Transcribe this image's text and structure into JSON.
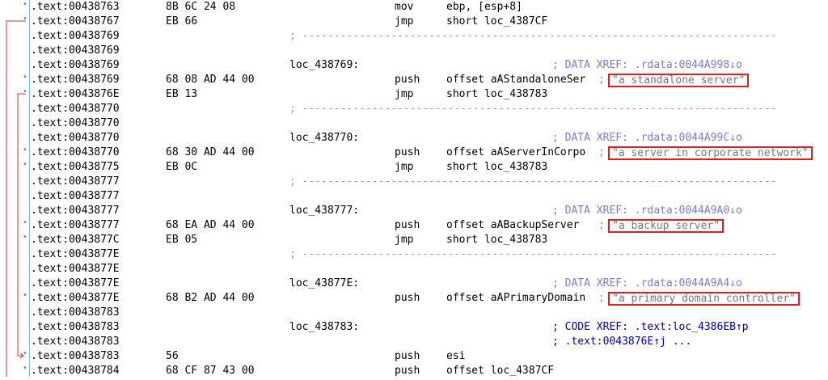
{
  "colors": {
    "background": "#ffffff",
    "address": "#000000",
    "data_xref": "#7a7ad8",
    "code_xref": "#0000b0",
    "separator": "#9a9a9a",
    "highlight_box": "#e02020",
    "arrow": "#cc3333"
  },
  "rows": [
    {
      "dot": "•",
      "addr": ".text:00438763",
      "bytes": "8B 6C 24 08",
      "mnemonic": "mov",
      "operand": "ebp, [esp+8]"
    },
    {
      "dot": "•",
      "addr": ".text:00438767",
      "bytes": "EB 66",
      "mnemonic": "jmp",
      "operand": "short loc_4387CF"
    },
    {
      "addr": ".text:00438769",
      "separator": "; ---------------------------------------------------------------------------"
    },
    {
      "addr": ".text:00438769"
    },
    {
      "addr": ".text:00438769",
      "label": "loc_438769:",
      "xref": "; DATA XREF: .rdata:0044A998↓o"
    },
    {
      "dot": "•",
      "addr": ".text:00438769",
      "bytes": "68 08 AD 44 00",
      "mnemonic": "push",
      "operand": "offset aAStandaloneSer",
      "semi": ";",
      "string": "\"a standalone server\""
    },
    {
      "dot": "•",
      "addr": ".text:0043876E",
      "bytes": "EB 13",
      "mnemonic": "jmp",
      "operand": "short loc_438783"
    },
    {
      "addr": ".text:00438770",
      "separator": "; ---------------------------------------------------------------------------"
    },
    {
      "addr": ".text:00438770"
    },
    {
      "addr": ".text:00438770",
      "label": "loc_438770:",
      "xref": "; DATA XREF: .rdata:0044A99C↓o"
    },
    {
      "dot": "•",
      "addr": ".text:00438770",
      "bytes": "68 30 AD 44 00",
      "mnemonic": "push",
      "operand": "offset aAServerInCorpo",
      "semi": ";",
      "string": "\"a server in corporate network\""
    },
    {
      "dot": "•",
      "addr": ".text:00438775",
      "bytes": "EB 0C",
      "mnemonic": "jmp",
      "operand": "short loc_438783"
    },
    {
      "addr": ".text:00438777",
      "separator": "; ---------------------------------------------------------------------------"
    },
    {
      "addr": ".text:00438777"
    },
    {
      "addr": ".text:00438777",
      "label": "loc_438777:",
      "xref": "; DATA XREF: .rdata:0044A9A0↓o"
    },
    {
      "dot": "•",
      "addr": ".text:00438777",
      "bytes": "68 EA AD 44 00",
      "mnemonic": "push",
      "operand": "offset aABackupServer",
      "semi": ";",
      "string": "\"a backup server\""
    },
    {
      "dot": "•",
      "addr": ".text:0043877C",
      "bytes": "EB 05",
      "mnemonic": "jmp",
      "operand": "short loc_438783"
    },
    {
      "addr": ".text:0043877E",
      "separator": "; ---------------------------------------------------------------------------"
    },
    {
      "addr": ".text:0043877E"
    },
    {
      "addr": ".text:0043877E",
      "label": "loc_43877E:",
      "xref": "; DATA XREF: .rdata:0044A9A4↓o"
    },
    {
      "dot": "•",
      "addr": ".text:0043877E",
      "bytes": "68 B2 AD 44 00",
      "mnemonic": "push",
      "operand": "offset aAPrimaryDomain",
      "semi": ";",
      "string": "\"a primary domain controller\""
    },
    {
      "addr": ".text:00438783"
    },
    {
      "addr": ".text:00438783",
      "label": "loc_438783:",
      "cxref": "; CODE XREF: .text:loc_4386EB↑p"
    },
    {
      "addr": ".text:00438783",
      "cxref": "; .text:0043876E↑j ..."
    },
    {
      "dot": "•",
      "addr": ".text:00438783",
      "bytes": "56",
      "mnemonic": "push",
      "operand": "esi"
    },
    {
      "dot": "•",
      "addr": ".text:00438784",
      "bytes": "68 CF 87 43 00",
      "mnemonic": "push",
      "operand": "offset loc_4387CF"
    }
  ]
}
